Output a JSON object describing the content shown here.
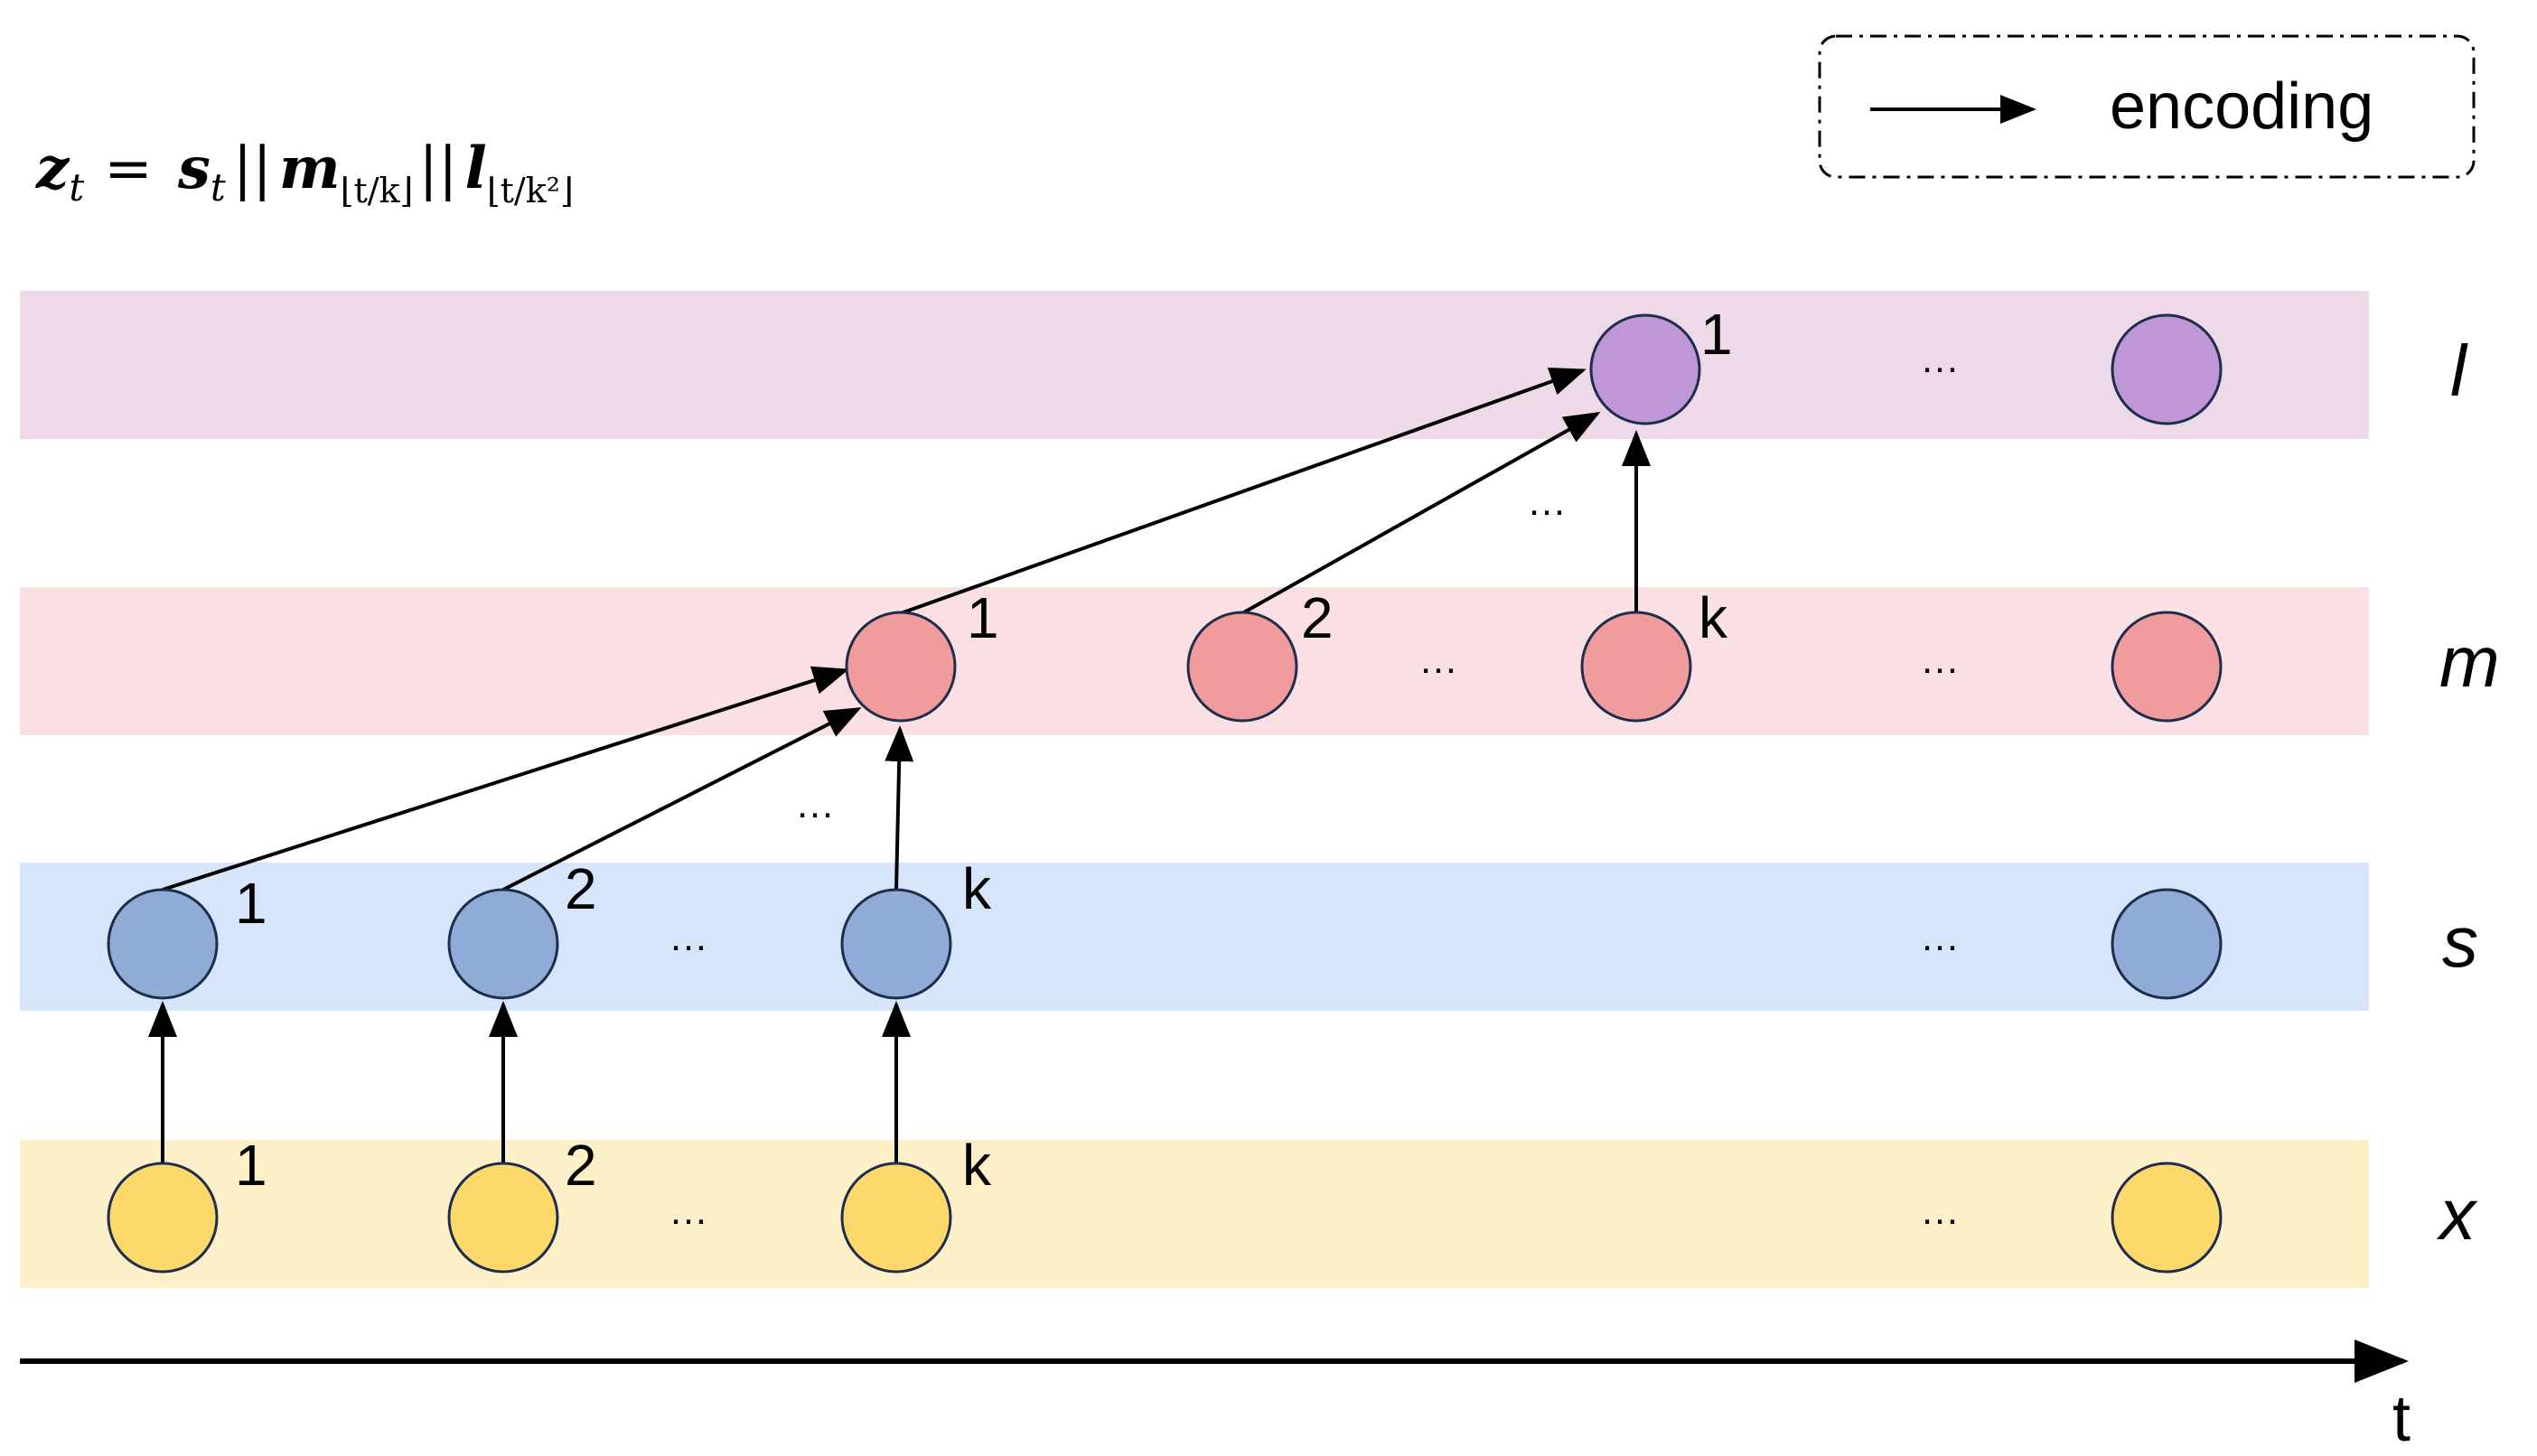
{
  "formula": {
    "lhs": "z",
    "lhs_sub": "t",
    "eq": "=",
    "s": "s",
    "s_sub": "t",
    "sep1": "||",
    "m": "m",
    "m_sub": "⌊t/k⌋",
    "sep2": "||",
    "l": "l",
    "l_sub": "⌊t/k²⌋"
  },
  "legend": {
    "label": "encoding"
  },
  "layers": [
    {
      "id": "l",
      "label": "l",
      "band_color": "#eed9e8",
      "node_color": "#bf97d6"
    },
    {
      "id": "m",
      "label": "m",
      "band_color": "#fae0e2",
      "node_color": "#f19c9c"
    },
    {
      "id": "s",
      "label": "s",
      "band_color": "#d6e5fa",
      "node_color": "#8fabd6"
    },
    {
      "id": "x",
      "label": "x",
      "band_color": "#fdf0c8",
      "node_color": "#fdd86a"
    }
  ],
  "node_labels": {
    "one": "1",
    "two": "2",
    "k": "k"
  },
  "ellipsis": "…",
  "axis": {
    "label": "t"
  },
  "colors": {
    "node_stroke": "#1f2d4d",
    "arrow": "#000000"
  }
}
